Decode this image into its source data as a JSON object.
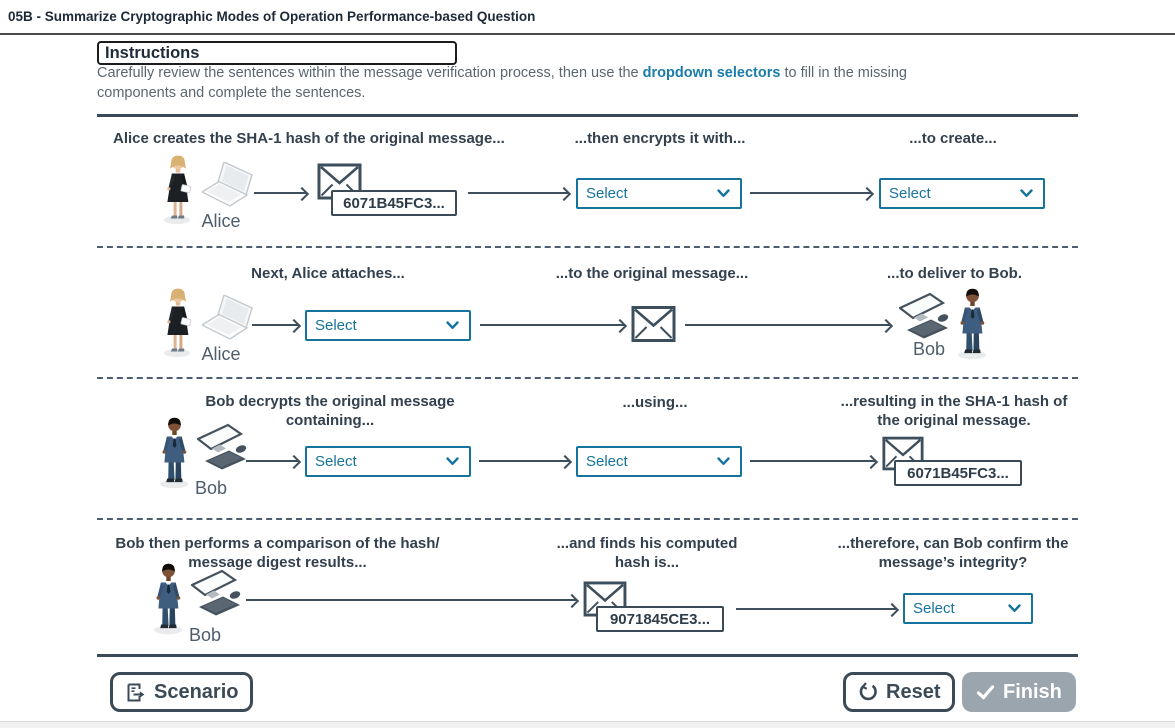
{
  "header": {
    "title": "05B - Summarize Cryptographic Modes of Operation Performance-based Question"
  },
  "instructions": {
    "title": "Instructions",
    "body_prefix": "Carefully review the sentences within the message verification process, then use the ",
    "body_highlight": "dropdown selectors",
    "body_suffix": " to fill in the missing components and complete the sentences."
  },
  "rows": [
    {
      "h_left": "Alice creates the SHA-1 hash of the original message...",
      "h_mid": "...then encrypts it with...",
      "h_right": "...to create...",
      "actor": "Alice",
      "hash": "6071B45FC3...",
      "select_mid": "Select",
      "select_right": "Select"
    },
    {
      "h_left": "Next, Alice attaches...",
      "h_mid": "...to the original message...",
      "h_right": "...to deliver to Bob.",
      "actor": "Alice",
      "receiver": "Bob",
      "select_left": "Select"
    },
    {
      "h_left": "Bob decrypts the original message containing...",
      "h_mid": "...using...",
      "h_right": "...resulting in the SHA-1 hash of the original message.",
      "actor": "Bob",
      "select_left": "Select",
      "select_mid": "Select",
      "hash": "6071B45FC3..."
    },
    {
      "h_left": "Bob then performs a comparison of the hash/​message digest results...",
      "h_mid": "...and finds his computed hash is...",
      "h_right": "...therefore, can Bob confirm the message’s integrity?",
      "actor": "Bob",
      "hash": "9071845CE3...",
      "select_right": "Select"
    }
  ],
  "footer": {
    "scenario": "Scenario",
    "reset": "Reset",
    "finish": "Finish"
  },
  "icons": {
    "scenario": "document-export",
    "reset": "rotate-ccw",
    "finish": "check",
    "select_chevron": "chevron-down",
    "message": "envelope"
  },
  "colors": {
    "accent": "#16739b",
    "highlight_text": "#1a7ca8",
    "slate": "#3d4e5c",
    "header_text": "#33404e",
    "body_text": "#5b6670",
    "finish_bg": "#9ba5ae"
  }
}
